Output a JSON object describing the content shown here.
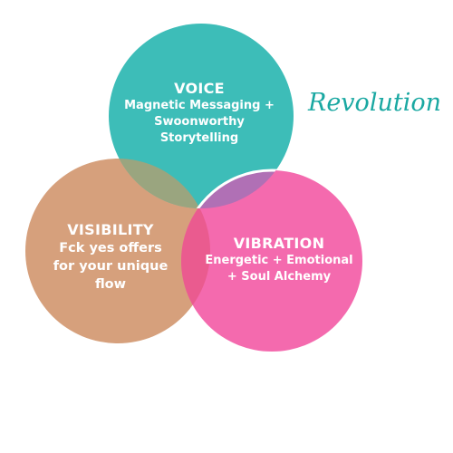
{
  "diagram": {
    "colors": {
      "voice": "#3dbdb8",
      "visibility": "#d6a07c",
      "vibration": "#f46aae",
      "overlap_outline": "#ffffff",
      "brand": "#1aa8a2"
    },
    "brand": "Revolution",
    "circles": [
      {
        "id": "voice",
        "title": "VOICE",
        "lines": [
          "Magnetic Messaging +",
          "Swoonworthy",
          "Storytelling"
        ]
      },
      {
        "id": "visibility",
        "title": "VISIBILITY",
        "lines": [
          "Fck yes offers",
          "for your unique",
          "flow"
        ]
      },
      {
        "id": "vibration",
        "title": "VIBRATION",
        "lines": [
          "Energetic + Emotional",
          "+ Soul Alchemy"
        ]
      }
    ]
  }
}
